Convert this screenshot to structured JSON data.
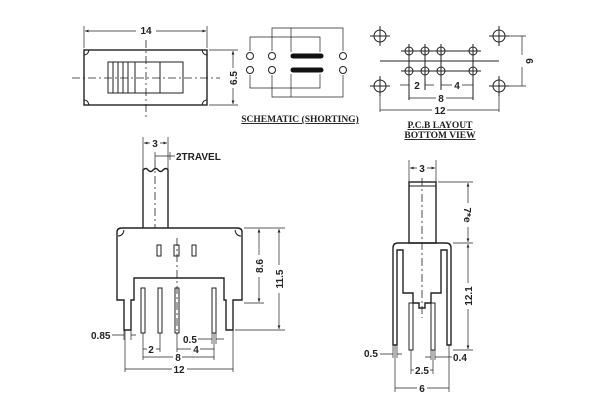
{
  "top_view": {
    "width": "14",
    "height": "6.5"
  },
  "schematic": {
    "caption": "SCHEMATIC (SHORTING)"
  },
  "pcb_layout": {
    "pitch_small": "2",
    "pitch_large": "4",
    "pin_span": "8",
    "mount_span": "12",
    "mount_height": "6",
    "caption_line1": "P.C.B LAYOUT",
    "caption_line2": "BOTTOM VIEW"
  },
  "front_view": {
    "actuator_width": "3",
    "travel": "2TRAVEL",
    "body_height": "8.6",
    "total_height": "11.5",
    "leg_width": "0.85",
    "pin_width": "0.5",
    "pitch_small": "2",
    "pitch_large": "4",
    "pin_span": "8",
    "overall_width": "12"
  },
  "side_view": {
    "actuator_width": "3",
    "actuator_height": "7*e",
    "body_height": "12.1",
    "leg_width": "0.5",
    "pin_thickness": "0.4",
    "pin_pitch": "2.5",
    "overall_width": "6"
  }
}
